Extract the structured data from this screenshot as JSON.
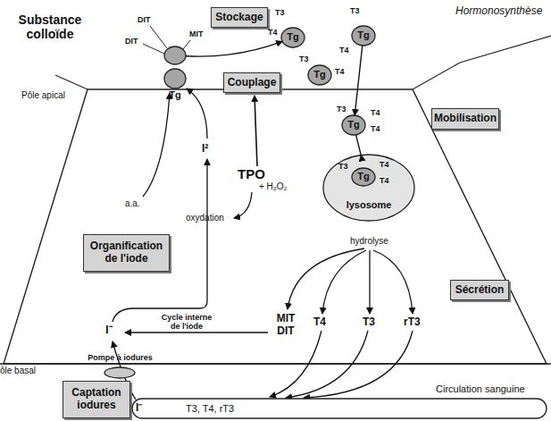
{
  "diagram": {
    "title": "Hormonosynthèse",
    "nodes": [
      {
        "text": [
          "Stockage"
        ]
      },
      {
        "text": [
          "DIT",
          "DIT",
          "MIT"
        ]
      },
      {
        "text": [
          "T3",
          "Tg",
          "T4"
        ]
      },
      {
        "text": [
          "T3",
          "Tg",
          "T4"
        ]
      },
      {
        "text": [
          "T3",
          "Tg",
          "T4"
        ]
      },
      {
        "text": [
          "Couplage"
        ]
      },
      {
        "text": [
          "Tg"
        ]
      },
      {
        "text": [
          "Mobilisation"
        ]
      },
      {
        "text": [
          "T3",
          "T4",
          "Tg",
          "T4"
        ]
      },
      {
        "text": [
          "lysosome"
        ]
      },
      {
        "text": [
          "T3",
          "T4",
          "Tg",
          "T4"
        ],
        "in": 9
      },
      {
        "text": [
          "Organification de l'iode"
        ]
      },
      {
        "text": [
          "Sécrétion"
        ]
      },
      {
        "text": [
          "Pompe à iodures"
        ]
      },
      {
        "text": [
          "Captation iodures"
        ]
      },
      {
        "text": [
          "I⁻",
          "T3, T4, rT3",
          "Circulation sanguine"
        ]
      }
    ],
    "edges": [
      {
        "from": 1,
        "to": 2,
        "arrow": "to"
      },
      {
        "from": 3,
        "to": 8,
        "arrow": "to"
      },
      {
        "from": 8,
        "to": 9,
        "arrow": "to"
      }
    ],
    "labels": [
      "Substance colloïde",
      "Pôle apical",
      "a.a.",
      "I²",
      "TPO",
      "+ H₂O₂",
      "oxydation",
      "hydrolyse",
      "MIT DIT",
      "T4",
      "T3",
      "rT3",
      "Cycle interne de l'iode",
      "I⁻",
      "ôle basal"
    ]
  }
}
